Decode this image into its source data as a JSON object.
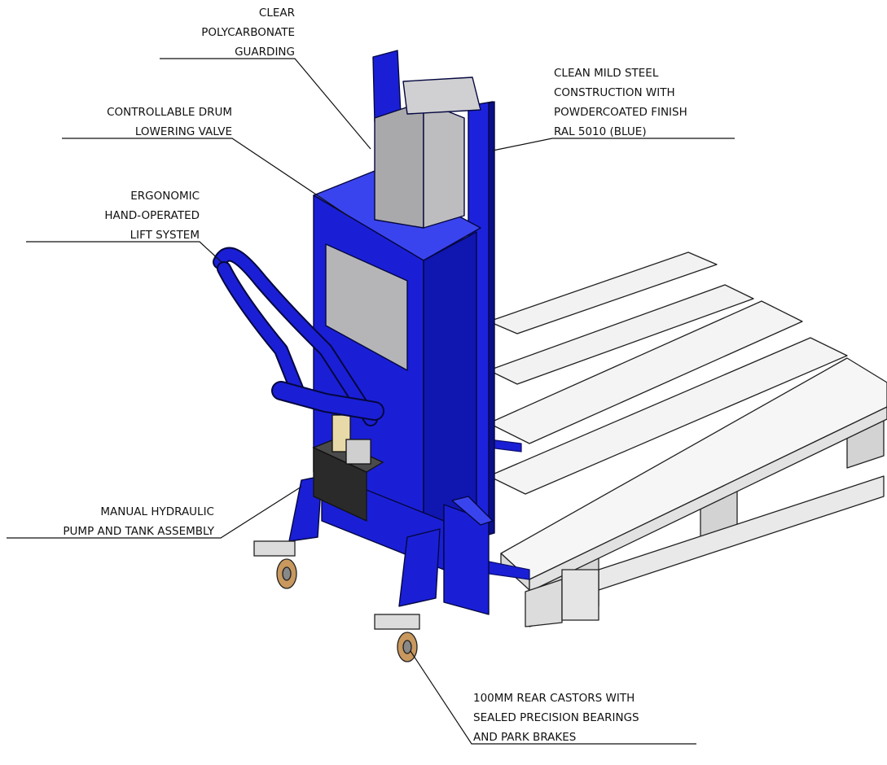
{
  "callouts": {
    "guarding": [
      "CLEAR",
      "POLYCARBONATE",
      "GUARDING"
    ],
    "construction": [
      "CLEAN MILD STEEL",
      "CONSTRUCTION WITH",
      "POWDERCOATED FINISH",
      "RAL 5010 (BLUE)"
    ],
    "valve": [
      "CONTROLLABLE DRUM",
      "LOWERING VALVE"
    ],
    "lift": [
      "ERGONOMIC",
      "HAND-OPERATED",
      "LIFT SYSTEM"
    ],
    "pump": [
      "MANUAL HYDRAULIC",
      "PUMP AND TANK ASSEMBLY"
    ],
    "castors": [
      "100MM REAR CASTORS WITH",
      "SEALED PRECISION BEARINGS",
      "AND PARK BRAKES"
    ]
  },
  "colors": {
    "frame_blue": "#1a1fd6",
    "frame_blue_dark": "#0c0f8a",
    "frame_blue_light": "#3a44ee",
    "guard_grey": "#a9a9ab",
    "pallet_white": "#f4f4f4",
    "pallet_shadow": "#cfcfcf",
    "wheel_tan": "#c8985e"
  }
}
